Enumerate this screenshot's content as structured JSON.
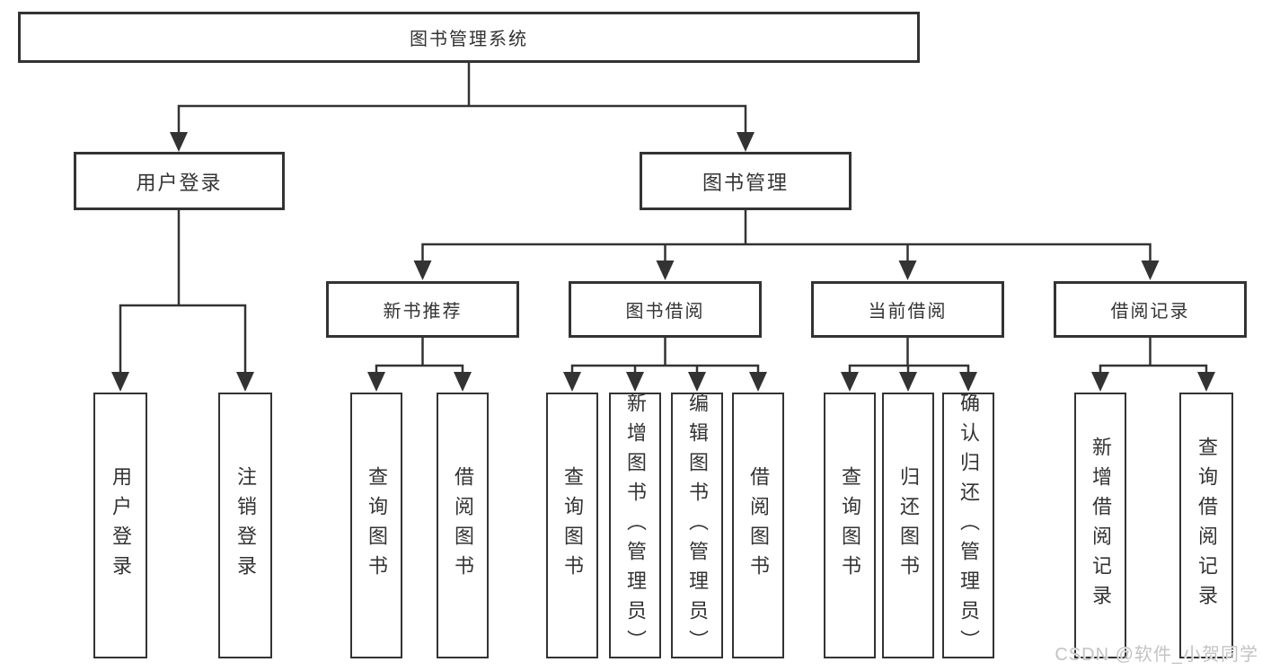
{
  "diagram": {
    "title": "图书管理系统",
    "watermark": "CSDN @软件_小贺同学",
    "colors": {
      "line": "#333333",
      "box_border": "#333333",
      "text": "#333333",
      "watermark": "#c3c3c3",
      "background": "#ffffff"
    },
    "tree": {
      "root": {
        "label": "图书管理系统"
      },
      "level2": [
        {
          "label": "用户登录",
          "children": [
            {
              "label": "用户登录"
            },
            {
              "label": "注销登录"
            }
          ]
        },
        {
          "label": "图书管理",
          "children": [
            {
              "label": "新书推荐",
              "children": [
                {
                  "label": "查询图书"
                },
                {
                  "label": "借阅图书"
                }
              ]
            },
            {
              "label": "图书借阅",
              "children": [
                {
                  "label": "查询图书"
                },
                {
                  "label": "新增图书（管理员）"
                },
                {
                  "label": "编辑图书（管理员）"
                },
                {
                  "label": "借阅图书"
                }
              ]
            },
            {
              "label": "当前借阅",
              "children": [
                {
                  "label": "查询图书"
                },
                {
                  "label": "归还图书"
                },
                {
                  "label": "确认归还（管理员）"
                }
              ]
            },
            {
              "label": "借阅记录",
              "children": [
                {
                  "label": "新增借阅记录"
                },
                {
                  "label": "查询借阅记录"
                }
              ]
            }
          ]
        }
      ]
    }
  }
}
